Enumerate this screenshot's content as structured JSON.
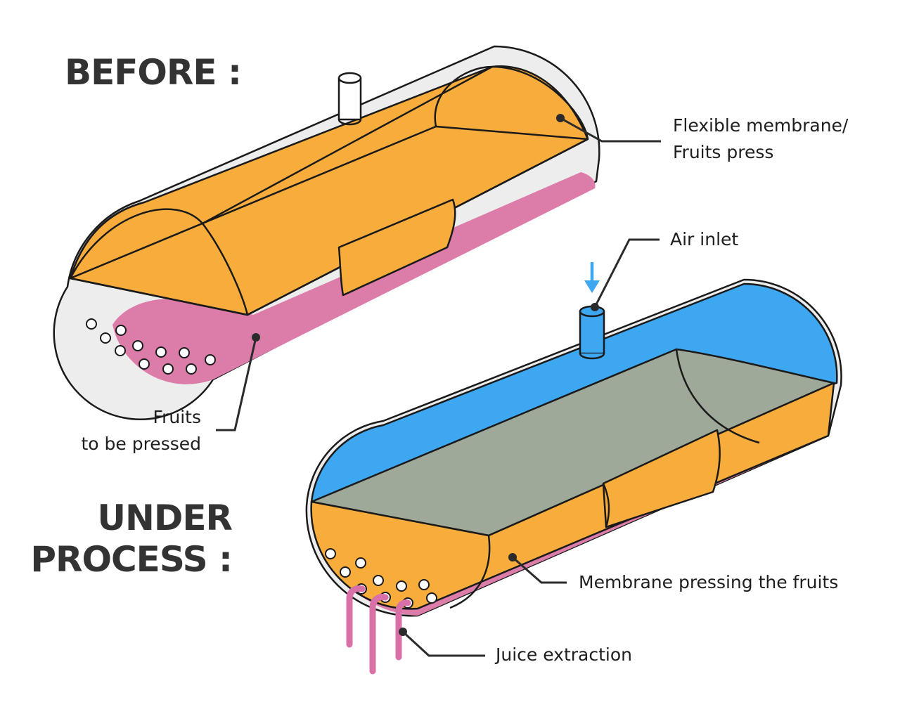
{
  "headings": {
    "before": "BEFORE :",
    "under_line1": "UNDER",
    "under_line2": "PROCESS :"
  },
  "labels": {
    "membrane_line1": "Flexible membrane/",
    "membrane_line2": "Fruits press",
    "fruits_line1": "Fruits",
    "fruits_line2": "to be pressed",
    "air_inlet": "Air inlet",
    "membrane_pressing": "Membrane pressing the fruits",
    "juice_extraction": "Juice extraction"
  },
  "colors": {
    "outline": "#1a1a1a",
    "membrane_orange": "#f7ac3b",
    "fruit_pink": "#dc7ca8",
    "air_blue": "#3ea7f1",
    "membrane_top_grey": "#9ea99a",
    "tank_interior": "#ededed",
    "juice_pipe": "#d970a8",
    "heading_text": "#333333"
  }
}
